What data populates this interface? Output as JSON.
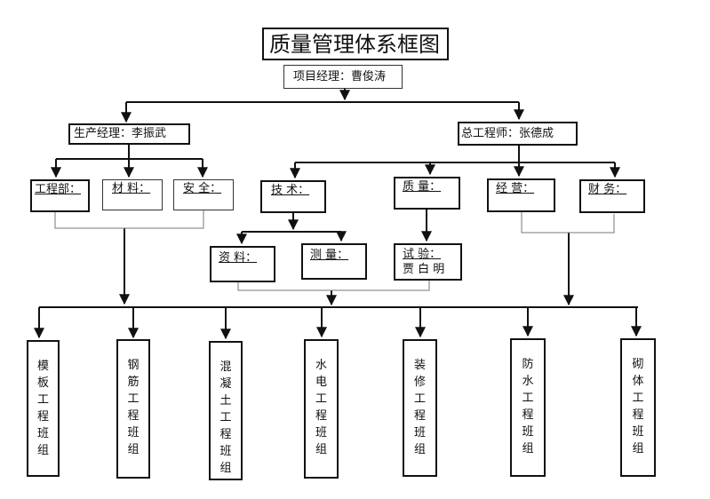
{
  "title": "质量管理体系框图",
  "manager": "项目经理：曹俊涛",
  "production_manager": "生产经理：李振武",
  "chief_engineer": "总工程师：张德成",
  "engineering_dept": "工程部：",
  "materials": "材  料：",
  "safety": "安  全：",
  "technology": "技   术：",
  "quality": "质   量：",
  "business": "经   营：",
  "finance": "财   务：",
  "documents": "资   料：",
  "survey": "测   量：",
  "testing": {
    "line1": "试   验：",
    "line2": "贾 白 明"
  },
  "teams": [
    [
      "模",
      "板",
      "工",
      "程",
      "班",
      "组"
    ],
    [
      "钢",
      "筋",
      "工",
      "程",
      "班",
      "组"
    ],
    [
      "混",
      "凝",
      "土",
      "工",
      "程",
      "班",
      "组"
    ],
    [
      "水",
      "电",
      "工",
      "程",
      "班",
      "组"
    ],
    [
      "装",
      "修",
      "工",
      "程",
      "班",
      "组"
    ],
    [
      "防",
      "水",
      "工",
      "程",
      "班",
      "组"
    ],
    [
      "砌",
      "体",
      "工",
      "程",
      "班",
      "组"
    ]
  ]
}
